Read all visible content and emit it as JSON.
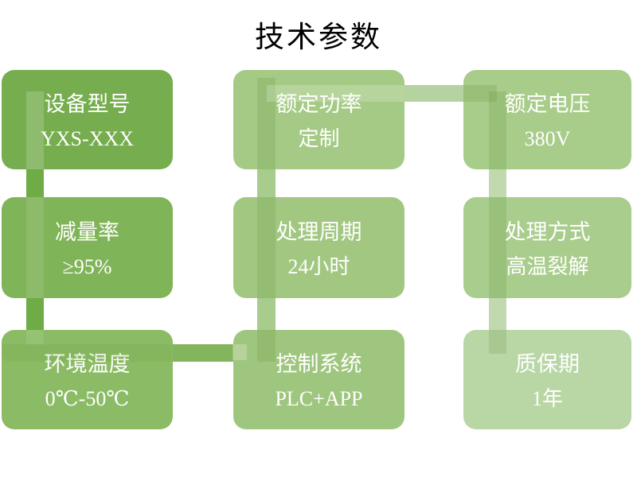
{
  "title": "技术参数",
  "cards": [
    {
      "id": "device-model",
      "label": "设备型号",
      "value": "YXS-XXX",
      "fill": "#76ad4e"
    },
    {
      "id": "rated-power",
      "label": "额定功率",
      "value": "定制",
      "fill": "#a5ca85"
    },
    {
      "id": "rated-voltage",
      "label": "额定电压",
      "value": "380V",
      "fill": "#a8cc89"
    },
    {
      "id": "reduction-rate",
      "label": "减量率",
      "value": "≥95%",
      "fill": "#80b458"
    },
    {
      "id": "processing-cycle",
      "label": "处理周期",
      "value": "24小时",
      "fill": "#a2c781"
    },
    {
      "id": "processing-method",
      "label": "处理方式",
      "value": "高温裂解",
      "fill": "#a9cd8c"
    },
    {
      "id": "ambient-temperature",
      "label": "环境温度",
      "value": "0℃-50℃",
      "fill": "#8bbb64"
    },
    {
      "id": "control-system",
      "label": "控制系统",
      "value": "PLC+APP",
      "fill": "#9fc67e"
    },
    {
      "id": "warranty",
      "label": "质保期",
      "value": "1年",
      "fill": "#b9d6a5"
    }
  ],
  "connectors": {
    "left_vertical": "#6fac46",
    "bottom_horizontal": "#83b65c",
    "middle_vertical": "#a7cc8b",
    "top_horizontal": "#b5d3a0",
    "right_vertical": "#c0d9af"
  },
  "background_color": "#ffffff",
  "text_color": "#ffffff",
  "title_color": "#000000"
}
